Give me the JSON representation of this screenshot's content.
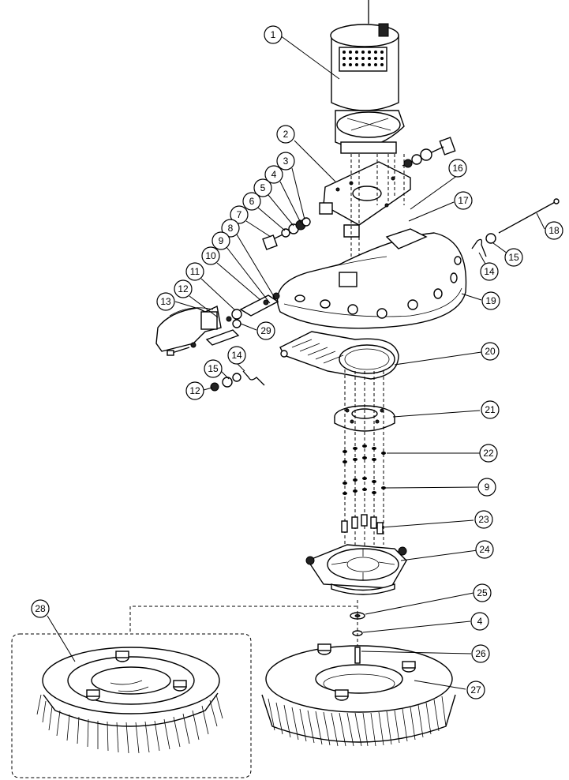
{
  "callouts": [
    {
      "label": "1"
    },
    {
      "label": "2"
    },
    {
      "label": "3"
    },
    {
      "label": "4"
    },
    {
      "label": "5"
    },
    {
      "label": "6"
    },
    {
      "label": "7"
    },
    {
      "label": "8"
    },
    {
      "label": "9"
    },
    {
      "label": "10"
    },
    {
      "label": "11"
    },
    {
      "label": "12"
    },
    {
      "label": "13"
    },
    {
      "label": "14"
    },
    {
      "label": "15"
    },
    {
      "label": "12"
    },
    {
      "label": "16"
    },
    {
      "label": "17"
    },
    {
      "label": "18"
    },
    {
      "label": "14"
    },
    {
      "label": "15"
    },
    {
      "label": "19"
    },
    {
      "label": "29"
    },
    {
      "label": "20"
    },
    {
      "label": "21"
    },
    {
      "label": "22"
    },
    {
      "label": "9"
    },
    {
      "label": "23"
    },
    {
      "label": "24"
    },
    {
      "label": "25"
    },
    {
      "label": "4"
    },
    {
      "label": "26"
    },
    {
      "label": "27"
    },
    {
      "label": "28"
    }
  ]
}
